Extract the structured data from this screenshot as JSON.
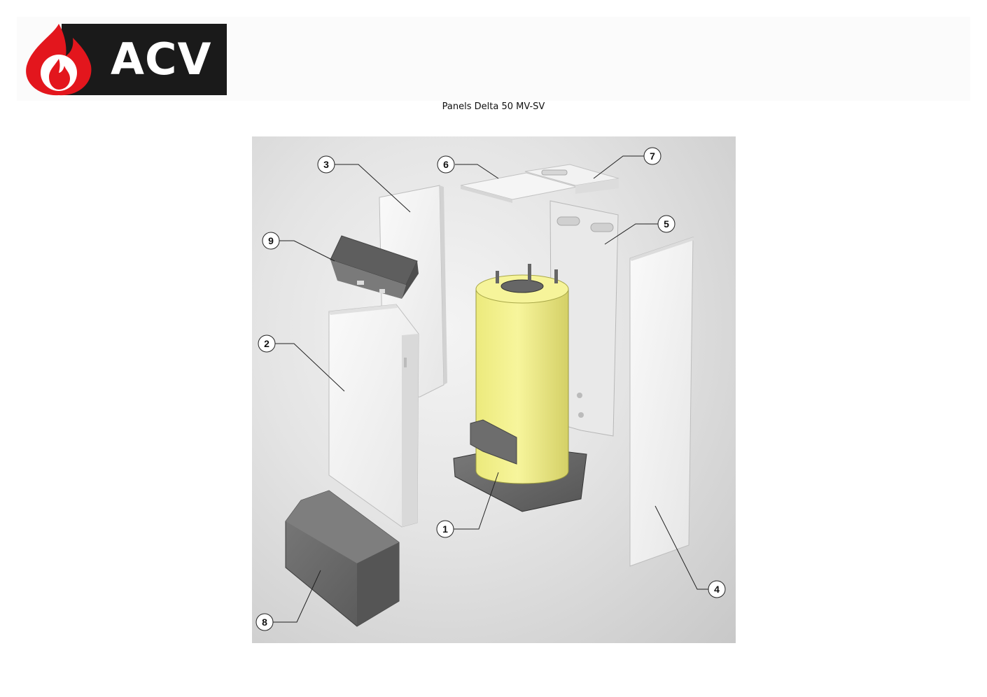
{
  "brand": {
    "name": "ACV",
    "colors": {
      "flame": "#e3161d",
      "box": "#1a1a1a",
      "text": "#ffffff"
    }
  },
  "title": "Panels Delta 50 MV-SV",
  "diagram": {
    "callouts": [
      {
        "id": "1",
        "label": "1"
      },
      {
        "id": "2",
        "label": "2"
      },
      {
        "id": "3",
        "label": "3"
      },
      {
        "id": "4",
        "label": "4"
      },
      {
        "id": "5",
        "label": "5"
      },
      {
        "id": "6",
        "label": "6"
      },
      {
        "id": "7",
        "label": "7"
      },
      {
        "id": "8",
        "label": "8"
      },
      {
        "id": "9",
        "label": "9"
      }
    ],
    "colors": {
      "tank": "#f0ee8a",
      "panel": "#f7f7f7",
      "dark_part": "#6a6a6a",
      "leader": "#222222"
    }
  }
}
